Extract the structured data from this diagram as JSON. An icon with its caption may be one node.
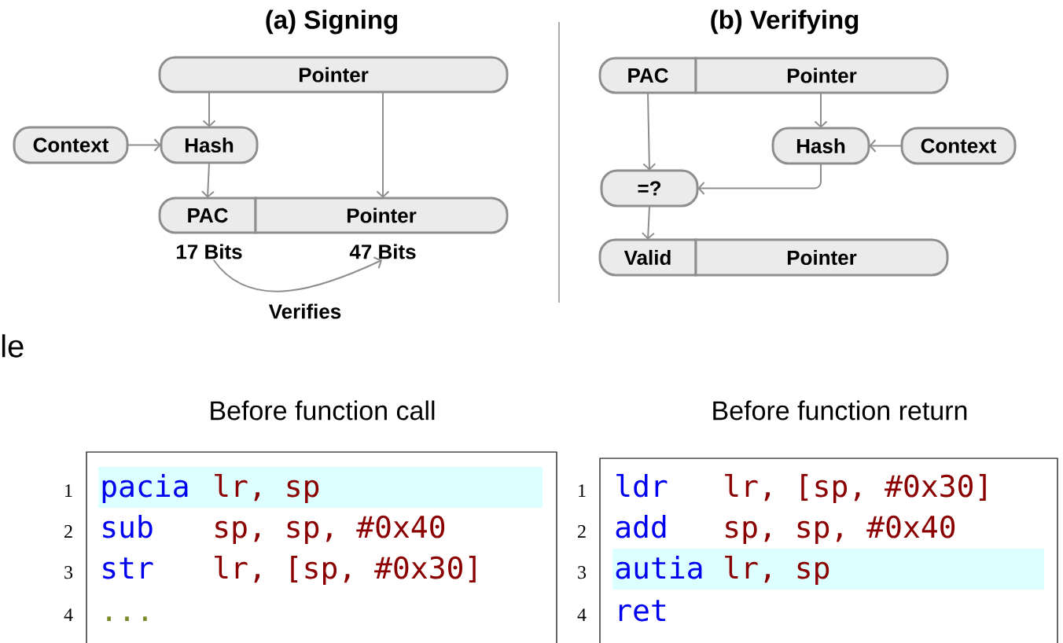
{
  "diagram": {
    "nodes": [
      {
        "text": [
          "Pointer"
        ]
      },
      {
        "text": [
          "Context"
        ]
      },
      {
        "text": [
          "Hash"
        ]
      },
      {
        "text": [
          "PAC"
        ]
      },
      {
        "text": [
          "Pointer"
        ]
      },
      {
        "text": [
          "17 Bits"
        ]
      },
      {
        "text": [
          "47 Bits"
        ]
      },
      {
        "text": [
          "PAC"
        ]
      },
      {
        "text": [
          "Pointer"
        ]
      },
      {
        "text": [
          "Hash"
        ]
      },
      {
        "text": [
          "Context"
        ]
      },
      {
        "text": [
          "=?"
        ]
      },
      {
        "text": [
          "Valid"
        ]
      },
      {
        "text": [
          "Pointer"
        ]
      },
      {
        "text": [
          "Before function call",
          "1",
          "pacia",
          "lr, sp",
          "2",
          "sub",
          "sp, sp, #0x40",
          "3",
          "str",
          "lr, [sp, #0x30]",
          "4",
          "..."
        ]
      },
      {
        "text": [
          "Before function return",
          "1",
          "ldr",
          "lr, [sp, #0x30]",
          "2",
          "add",
          "sp, sp, #0x40",
          "3",
          "autia",
          "lr, sp",
          "4",
          "ret"
        ]
      }
    ],
    "edges": [
      {
        "from": 0,
        "to": 2,
        "arrow": "to"
      },
      {
        "from": 1,
        "to": 2,
        "arrow": "to"
      },
      {
        "from": 2,
        "to": 3,
        "arrow": "to"
      },
      {
        "from": 0,
        "to": 4,
        "arrow": "to"
      },
      {
        "from": 5,
        "to": 6,
        "arrow": "to",
        "label": "Verifies"
      },
      {
        "from": 7,
        "to": 11,
        "arrow": "to"
      },
      {
        "from": 8,
        "to": 9,
        "arrow": "to"
      },
      {
        "from": 10,
        "to": 9,
        "arrow": "to"
      },
      {
        "from": 9,
        "to": 11,
        "arrow": "to"
      },
      {
        "from": 11,
        "to": 12,
        "arrow": "to"
      }
    ],
    "labels": [
      "(a) Signing",
      "(b) Verifying",
      "le"
    ]
  }
}
